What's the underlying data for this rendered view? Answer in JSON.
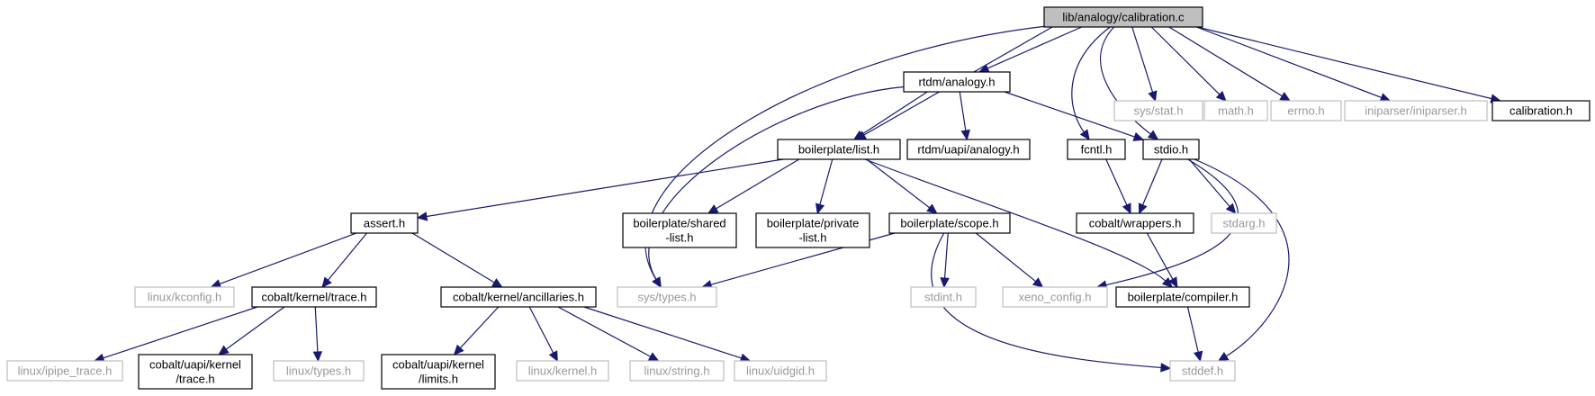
{
  "nodes": [
    {
      "id": "calibration_c",
      "lines": [
        "lib/analogy/calibration.c"
      ],
      "kind": "root"
    },
    {
      "id": "rtdm_analogy",
      "lines": [
        "rtdm/analogy.h"
      ],
      "kind": "local"
    },
    {
      "id": "sys_stat",
      "lines": [
        "sys/stat.h"
      ],
      "kind": "sys"
    },
    {
      "id": "math",
      "lines": [
        "math.h"
      ],
      "kind": "sys"
    },
    {
      "id": "errno",
      "lines": [
        "errno.h"
      ],
      "kind": "sys"
    },
    {
      "id": "iniparser",
      "lines": [
        "iniparser/iniparser.h"
      ],
      "kind": "sys"
    },
    {
      "id": "calibration_h",
      "lines": [
        "calibration.h"
      ],
      "kind": "local"
    },
    {
      "id": "bp_list",
      "lines": [
        "boilerplate/list.h"
      ],
      "kind": "local"
    },
    {
      "id": "rtdm_uapi_analogy",
      "lines": [
        "rtdm/uapi/analogy.h"
      ],
      "kind": "local"
    },
    {
      "id": "fcntl",
      "lines": [
        "fcntl.h"
      ],
      "kind": "local"
    },
    {
      "id": "stdio",
      "lines": [
        "stdio.h"
      ],
      "kind": "local"
    },
    {
      "id": "assert",
      "lines": [
        "assert.h"
      ],
      "kind": "local"
    },
    {
      "id": "bp_shared_list",
      "lines": [
        "boilerplate/shared",
        "-list.h"
      ],
      "kind": "local"
    },
    {
      "id": "bp_private_list",
      "lines": [
        "boilerplate/private",
        "-list.h"
      ],
      "kind": "local"
    },
    {
      "id": "bp_scope",
      "lines": [
        "boilerplate/scope.h"
      ],
      "kind": "local"
    },
    {
      "id": "cobalt_wrappers",
      "lines": [
        "cobalt/wrappers.h"
      ],
      "kind": "local"
    },
    {
      "id": "stdarg",
      "lines": [
        "stdarg.h"
      ],
      "kind": "sys"
    },
    {
      "id": "linux_kconfig",
      "lines": [
        "linux/kconfig.h"
      ],
      "kind": "sys"
    },
    {
      "id": "ck_trace",
      "lines": [
        "cobalt/kernel/trace.h"
      ],
      "kind": "local"
    },
    {
      "id": "ck_ancillaries",
      "lines": [
        "cobalt/kernel/ancillaries.h"
      ],
      "kind": "local"
    },
    {
      "id": "sys_types",
      "lines": [
        "sys/types.h"
      ],
      "kind": "sys"
    },
    {
      "id": "stdint",
      "lines": [
        "stdint.h"
      ],
      "kind": "sys"
    },
    {
      "id": "xeno_config",
      "lines": [
        "xeno_config.h"
      ],
      "kind": "sys"
    },
    {
      "id": "bp_compiler",
      "lines": [
        "boilerplate/compiler.h"
      ],
      "kind": "local"
    },
    {
      "id": "linux_ipipe_trace",
      "lines": [
        "linux/ipipe_trace.h"
      ],
      "kind": "sys"
    },
    {
      "id": "cu_kernel_trace",
      "lines": [
        "cobalt/uapi/kernel",
        "/trace.h"
      ],
      "kind": "local"
    },
    {
      "id": "linux_types",
      "lines": [
        "linux/types.h"
      ],
      "kind": "sys"
    },
    {
      "id": "cu_kernel_limits",
      "lines": [
        "cobalt/uapi/kernel",
        "/limits.h"
      ],
      "kind": "local"
    },
    {
      "id": "linux_kernel",
      "lines": [
        "linux/kernel.h"
      ],
      "kind": "sys"
    },
    {
      "id": "linux_string",
      "lines": [
        "linux/string.h"
      ],
      "kind": "sys"
    },
    {
      "id": "linux_uidgid",
      "lines": [
        "linux/uidgid.h"
      ],
      "kind": "sys"
    },
    {
      "id": "stddef",
      "lines": [
        "stddef.h"
      ],
      "kind": "sys"
    }
  ],
  "edges": [
    [
      "calibration_c",
      "rtdm_analogy"
    ],
    [
      "calibration_c",
      "sys_stat"
    ],
    [
      "calibration_c",
      "math"
    ],
    [
      "calibration_c",
      "errno"
    ],
    [
      "calibration_c",
      "iniparser"
    ],
    [
      "calibration_c",
      "calibration_h"
    ],
    [
      "calibration_c",
      "bp_list"
    ],
    [
      "calibration_c",
      "fcntl"
    ],
    [
      "calibration_c",
      "stdio"
    ],
    [
      "calibration_c",
      "sys_types"
    ],
    [
      "rtdm_analogy",
      "bp_list"
    ],
    [
      "rtdm_analogy",
      "rtdm_uapi_analogy"
    ],
    [
      "rtdm_analogy",
      "stdio"
    ],
    [
      "rtdm_analogy",
      "sys_types"
    ],
    [
      "bp_list",
      "assert"
    ],
    [
      "bp_list",
      "bp_shared_list"
    ],
    [
      "bp_list",
      "bp_private_list"
    ],
    [
      "bp_list",
      "bp_scope"
    ],
    [
      "bp_list",
      "bp_compiler"
    ],
    [
      "fcntl",
      "cobalt_wrappers"
    ],
    [
      "stdio",
      "cobalt_wrappers"
    ],
    [
      "stdio",
      "stdarg"
    ],
    [
      "stdio",
      "xeno_config"
    ],
    [
      "stdio",
      "stddef"
    ],
    [
      "assert",
      "linux_kconfig"
    ],
    [
      "assert",
      "ck_trace"
    ],
    [
      "assert",
      "ck_ancillaries"
    ],
    [
      "bp_scope",
      "sys_types"
    ],
    [
      "bp_scope",
      "stdint"
    ],
    [
      "bp_scope",
      "xeno_config"
    ],
    [
      "bp_scope",
      "stddef"
    ],
    [
      "cobalt_wrappers",
      "bp_compiler"
    ],
    [
      "bp_compiler",
      "stddef"
    ],
    [
      "ck_trace",
      "linux_ipipe_trace"
    ],
    [
      "ck_trace",
      "cu_kernel_trace"
    ],
    [
      "ck_trace",
      "linux_types"
    ],
    [
      "ck_ancillaries",
      "cu_kernel_limits"
    ],
    [
      "ck_ancillaries",
      "linux_kernel"
    ],
    [
      "ck_ancillaries",
      "linux_string"
    ],
    [
      "ck_ancillaries",
      "linux_uidgid"
    ]
  ]
}
